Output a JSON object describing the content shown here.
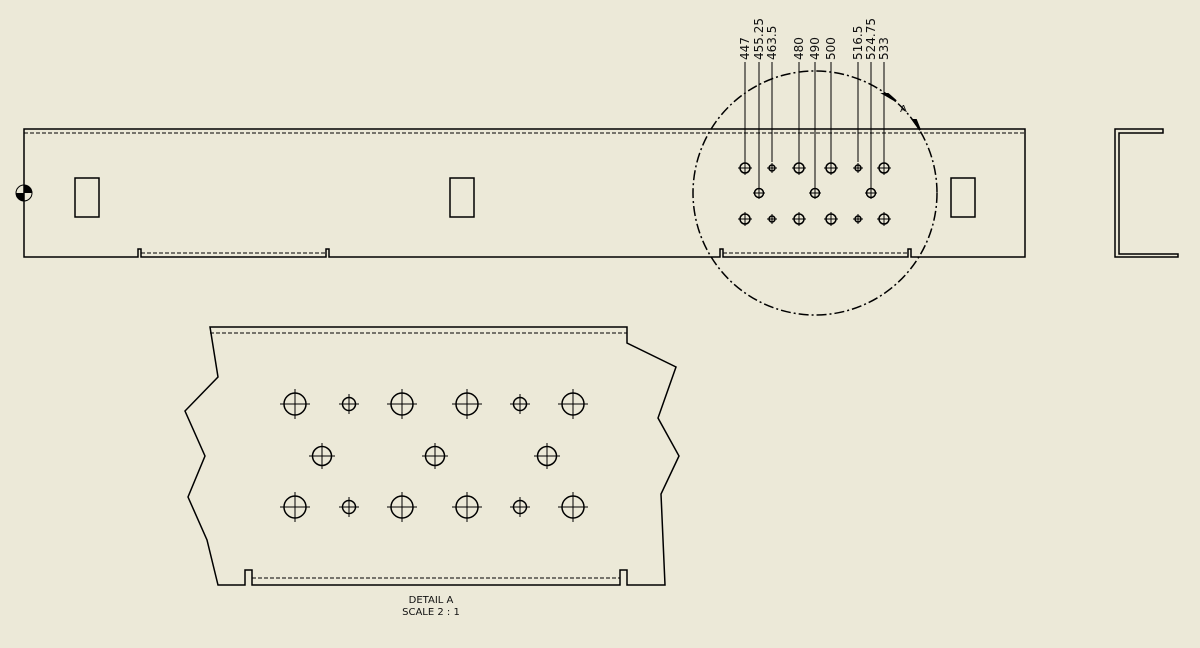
{
  "drawing": {
    "ordinate_dimensions": [
      "447",
      "455.25",
      "463.5",
      "480",
      "490",
      "500",
      "516.5",
      "524.75",
      "533"
    ],
    "detail_callout": "A",
    "detail_title": "DETAIL  A",
    "detail_scale": "SCALE 2 : 1",
    "line_color": "#000000",
    "background_color": "#ECE9D8"
  }
}
